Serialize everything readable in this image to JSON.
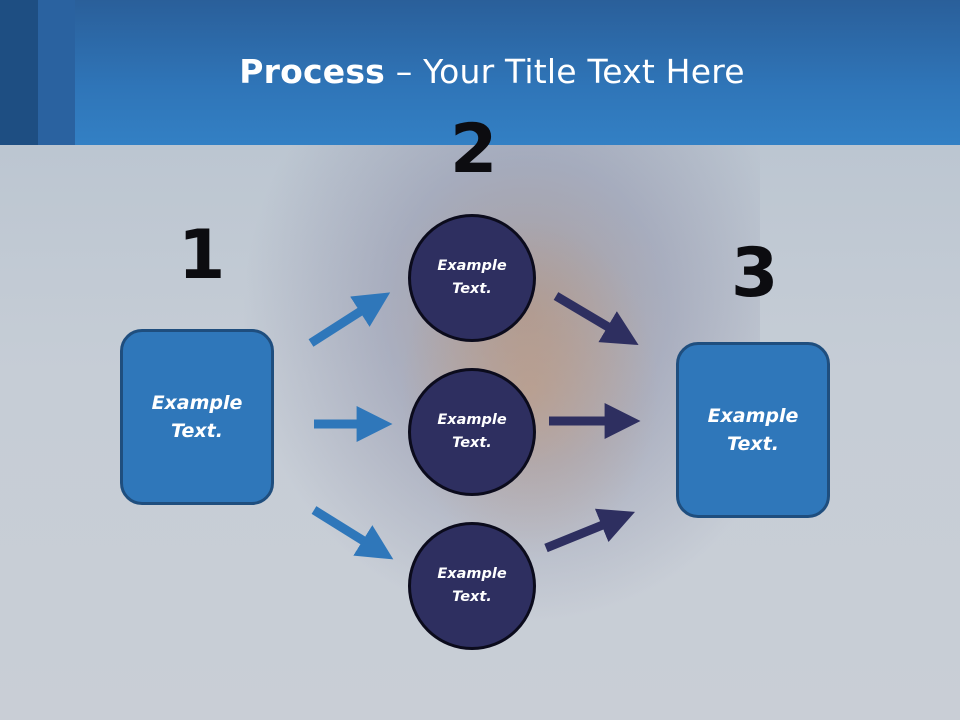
{
  "title": {
    "bold": "Process",
    "rest": " – Your Title Text Here"
  },
  "steps": {
    "one": "1",
    "two": "2",
    "three": "3"
  },
  "left_box": {
    "text": "Example Text."
  },
  "right_box": {
    "text": "Example Text."
  },
  "circles": [
    {
      "text": "Example Text."
    },
    {
      "text": "Example Text."
    },
    {
      "text": "Example Text."
    }
  ],
  "colors": {
    "header": "#2f75b8",
    "box_fill": "#2f77ba",
    "circle_fill": "#2e2f60",
    "arrow_light": "#2f77ba",
    "arrow_dark": "#2e2f60"
  }
}
